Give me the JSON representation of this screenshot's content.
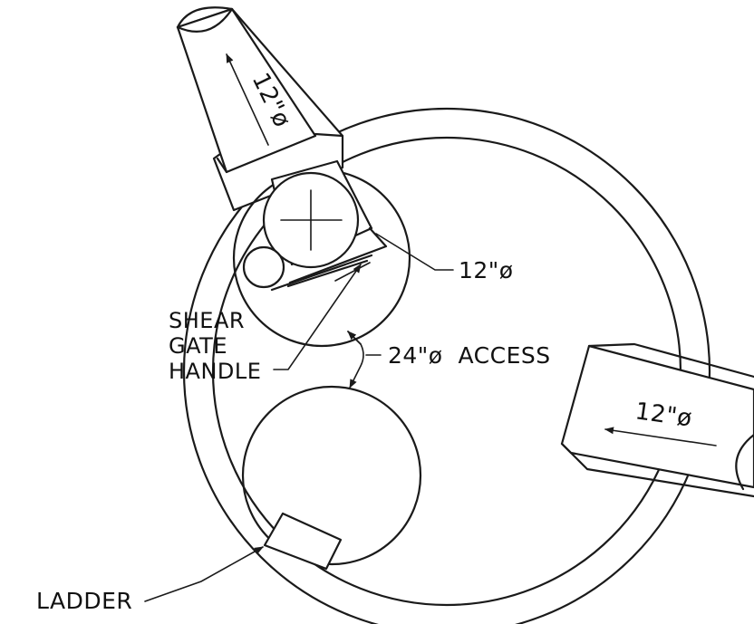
{
  "labels": {
    "pipe_top": "12\"ø",
    "pipe_right": "12\"ø",
    "valve_size": "12\"ø",
    "shear_gate_line1": "SHEAR",
    "shear_gate_line2": "GATE",
    "shear_gate_line3": "HANDLE",
    "access": "24\"ø  ACCESS",
    "ladder": "LADDER"
  },
  "colors": {
    "line": "#1a1a1a",
    "background": "#ffffff"
  }
}
